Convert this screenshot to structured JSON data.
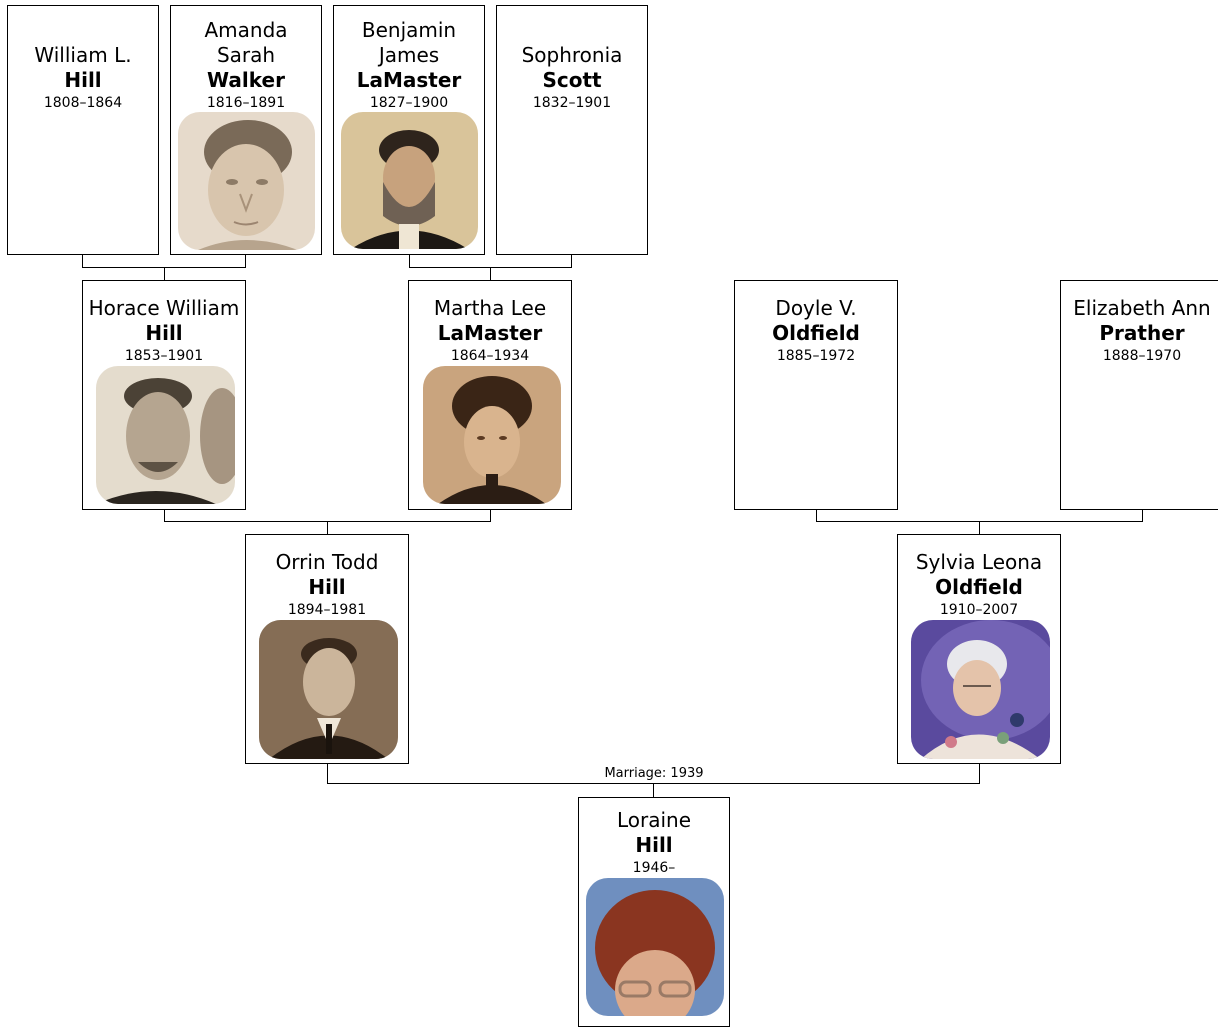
{
  "people": [
    {
      "given": "William L.",
      "surname": "Hill",
      "dates": "1808–1864"
    },
    {
      "given": "Amanda Sarah",
      "surname": "Walker",
      "dates": "1816–1891"
    },
    {
      "given": "Benjamin James",
      "surname": "LaMaster",
      "dates": "1827–1900"
    },
    {
      "given": "Sophronia",
      "surname": "Scott",
      "dates": "1832–1901"
    },
    {
      "given": "Horace William",
      "surname": "Hill",
      "dates": "1853–1901"
    },
    {
      "given": "Martha Lee",
      "surname": "LaMaster",
      "dates": "1864–1934"
    },
    {
      "given": "Doyle V.",
      "surname": "Oldfield",
      "dates": "1885–1972"
    },
    {
      "given": "Elizabeth Ann",
      "surname": "Prather",
      "dates": "1888–1970"
    },
    {
      "given": "Orrin Todd",
      "surname": "Hill",
      "dates": "1894–1981"
    },
    {
      "given": "Sylvia Leona",
      "surname": "Oldfield",
      "dates": "1910–2007"
    },
    {
      "given": "Loraine",
      "surname": "Hill",
      "dates": "1946–"
    }
  ],
  "marriage_label": "Marriage: 1939"
}
